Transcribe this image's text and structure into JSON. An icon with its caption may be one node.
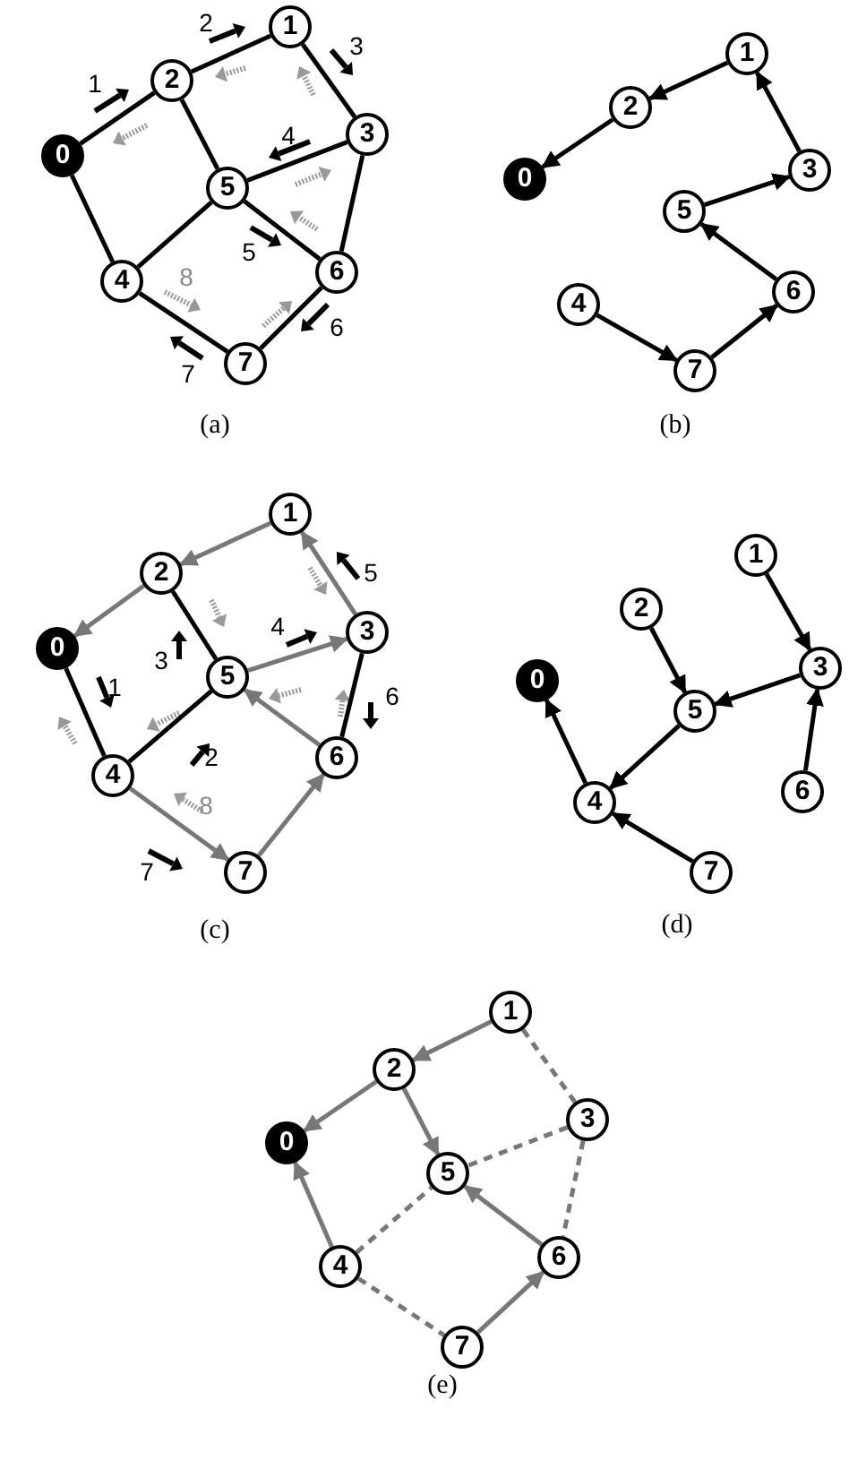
{
  "diagram": {
    "nodes": [
      {
        "text": [
          "0"
        ]
      },
      {
        "text": [
          "1"
        ]
      },
      {
        "text": [
          "2"
        ]
      },
      {
        "text": [
          "3"
        ]
      },
      {
        "text": [
          "4"
        ]
      },
      {
        "text": [
          "5"
        ]
      },
      {
        "text": [
          "6"
        ]
      },
      {
        "text": [
          "7"
        ]
      },
      {
        "text": [
          "0"
        ]
      },
      {
        "text": [
          "1"
        ]
      },
      {
        "text": [
          "2"
        ]
      },
      {
        "text": [
          "3"
        ]
      },
      {
        "text": [
          "4"
        ]
      },
      {
        "text": [
          "5"
        ]
      },
      {
        "text": [
          "6"
        ]
      },
      {
        "text": [
          "7"
        ]
      },
      {
        "text": [
          "0"
        ]
      },
      {
        "text": [
          "1"
        ]
      },
      {
        "text": [
          "2"
        ]
      },
      {
        "text": [
          "3"
        ]
      },
      {
        "text": [
          "4"
        ]
      },
      {
        "text": [
          "5"
        ]
      },
      {
        "text": [
          "6"
        ]
      },
      {
        "text": [
          "7"
        ]
      },
      {
        "text": [
          "0"
        ]
      },
      {
        "text": [
          "1"
        ]
      },
      {
        "text": [
          "2"
        ]
      },
      {
        "text": [
          "3"
        ]
      },
      {
        "text": [
          "4"
        ]
      },
      {
        "text": [
          "5"
        ]
      },
      {
        "text": [
          "6"
        ]
      },
      {
        "text": [
          "7"
        ]
      },
      {
        "text": [
          "0"
        ]
      },
      {
        "text": [
          "1"
        ]
      },
      {
        "text": [
          "2"
        ]
      },
      {
        "text": [
          "3"
        ]
      },
      {
        "text": [
          "4"
        ]
      },
      {
        "text": [
          "5"
        ]
      },
      {
        "text": [
          "6"
        ]
      },
      {
        "text": [
          "7"
        ]
      }
    ],
    "edges": [
      {
        "from": 0,
        "to": 2,
        "arrow": "none"
      },
      {
        "from": 2,
        "to": 1,
        "arrow": "none"
      },
      {
        "from": 1,
        "to": 3,
        "arrow": "none"
      },
      {
        "from": 2,
        "to": 5,
        "arrow": "none"
      },
      {
        "from": 3,
        "to": 5,
        "arrow": "none"
      },
      {
        "from": 0,
        "to": 4,
        "arrow": "none"
      },
      {
        "from": 4,
        "to": 5,
        "arrow": "none"
      },
      {
        "from": 5,
        "to": 6,
        "arrow": "none"
      },
      {
        "from": 3,
        "to": 6,
        "arrow": "none"
      },
      {
        "from": 4,
        "to": 7,
        "arrow": "none"
      },
      {
        "from": 7,
        "to": 6,
        "arrow": "none"
      },
      {
        "from": 9,
        "to": 10,
        "arrow": "to"
      },
      {
        "from": 10,
        "to": 8,
        "arrow": "to"
      },
      {
        "from": 11,
        "to": 9,
        "arrow": "to"
      },
      {
        "from": 13,
        "to": 11,
        "arrow": "to"
      },
      {
        "from": 14,
        "to": 13,
        "arrow": "to"
      },
      {
        "from": 12,
        "to": 15,
        "arrow": "to"
      },
      {
        "from": 15,
        "to": 14,
        "arrow": "to"
      },
      {
        "from": 17,
        "to": 18,
        "arrow": "to",
        "color": "#777777"
      },
      {
        "from": 18,
        "to": 16,
        "arrow": "to",
        "color": "#777777"
      },
      {
        "from": 16,
        "to": 20,
        "arrow": "none"
      },
      {
        "from": 18,
        "to": 21,
        "arrow": "none"
      },
      {
        "from": 20,
        "to": 21,
        "arrow": "none"
      },
      {
        "from": 21,
        "to": 19,
        "arrow": "to",
        "color": "#777777"
      },
      {
        "from": 19,
        "to": 17,
        "arrow": "to",
        "color": "#777777"
      },
      {
        "from": 19,
        "to": 22,
        "arrow": "none"
      },
      {
        "from": 22,
        "to": 21,
        "arrow": "to",
        "color": "#777777"
      },
      {
        "from": 20,
        "to": 23,
        "arrow": "to",
        "color": "#777777"
      },
      {
        "from": 23,
        "to": 22,
        "arrow": "to",
        "color": "#777777"
      },
      {
        "from": 25,
        "to": 27,
        "arrow": "to"
      },
      {
        "from": 26,
        "to": 29,
        "arrow": "to"
      },
      {
        "from": 27,
        "to": 29,
        "arrow": "to"
      },
      {
        "from": 30,
        "to": 27,
        "arrow": "to"
      },
      {
        "from": 29,
        "to": 28,
        "arrow": "to"
      },
      {
        "from": 28,
        "to": 24,
        "arrow": "to"
      },
      {
        "from": 31,
        "to": 28,
        "arrow": "to"
      },
      {
        "from": 33,
        "to": 34,
        "arrow": "to",
        "color": "#777777"
      },
      {
        "from": 34,
        "to": 32,
        "arrow": "to",
        "color": "#777777"
      },
      {
        "from": 34,
        "to": 37,
        "arrow": "to",
        "color": "#777777"
      },
      {
        "from": 33,
        "to": 35,
        "arrow": "none",
        "style": "dashed",
        "color": "#777777"
      },
      {
        "from": 35,
        "to": 37,
        "arrow": "none",
        "style": "dashed",
        "color": "#777777"
      },
      {
        "from": 35,
        "to": 38,
        "arrow": "none",
        "style": "dashed",
        "color": "#777777"
      },
      {
        "from": 36,
        "to": 32,
        "arrow": "to",
        "color": "#777777"
      },
      {
        "from": 36,
        "to": 37,
        "arrow": "none",
        "style": "dashed",
        "color": "#777777"
      },
      {
        "from": 38,
        "to": 37,
        "arrow": "to",
        "color": "#777777"
      },
      {
        "from": 36,
        "to": 39,
        "arrow": "none",
        "style": "dashed",
        "color": "#777777"
      },
      {
        "from": 39,
        "to": 38,
        "arrow": "to",
        "color": "#777777"
      }
    ],
    "labels": [
      "1",
      "2",
      "3",
      "4",
      "5",
      "8",
      "6",
      "7",
      "(a)",
      "(b)",
      "1",
      "2",
      "3",
      "4",
      "5",
      "6",
      "7",
      "8",
      "(c)",
      "(d)",
      "(e)"
    ]
  }
}
